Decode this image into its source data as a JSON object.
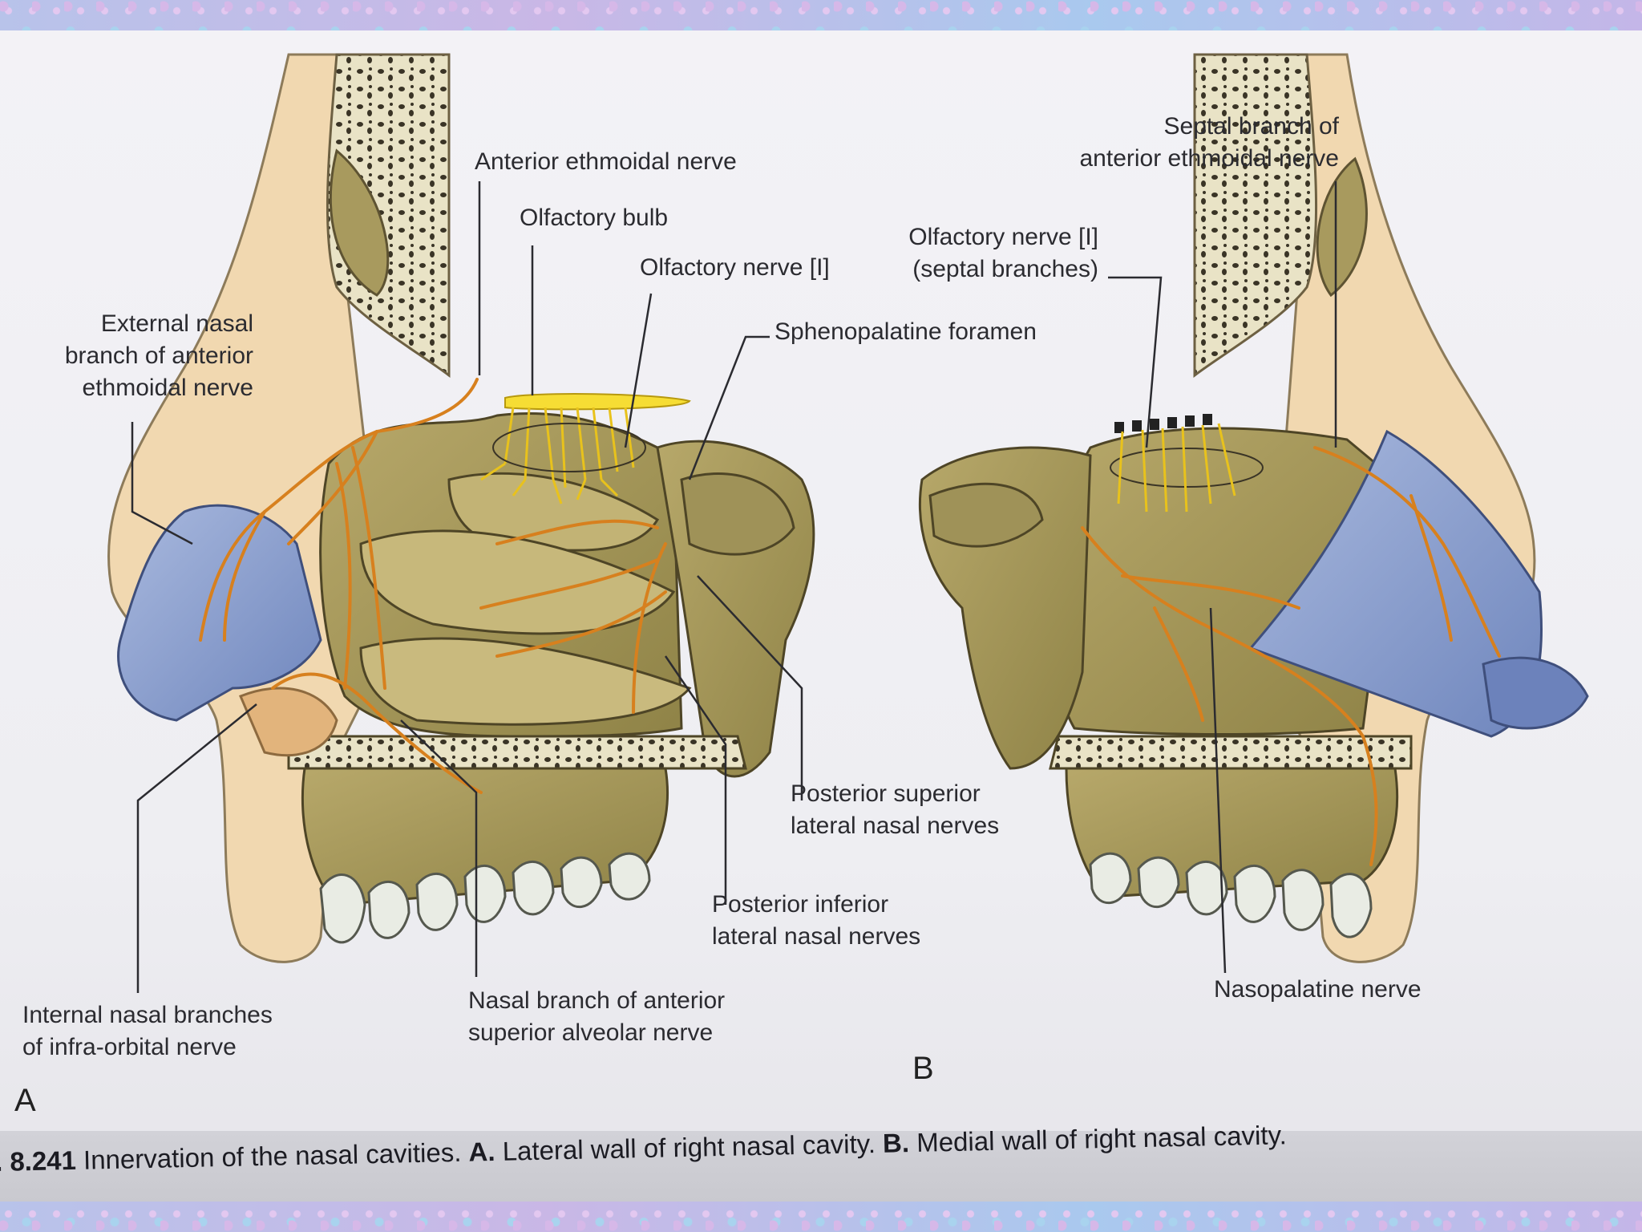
{
  "labels": {
    "anterior_ethmoidal_nerve": "Anterior ethmoidal nerve",
    "olfactory_bulb": "Olfactory bulb",
    "olfactory_nerve": "Olfactory nerve [I]",
    "external_nasal_line1": "External nasal",
    "external_nasal_line2": "branch of anterior",
    "external_nasal_line3": "ethmoidal nerve",
    "sphenopalatine_foramen": "Sphenopalatine foramen",
    "olfactory_septal_line1": "Olfactory nerve [I]",
    "olfactory_septal_line2": "(septal branches)",
    "septal_branch_line1": "Septal branch of",
    "septal_branch_line2": "anterior ethmoidal nerve",
    "post_sup_line1": "Posterior superior",
    "post_sup_line2": "lateral nasal nerves",
    "post_inf_line1": "Posterior inferior",
    "post_inf_line2": "lateral nasal nerves",
    "internal_nasal_line1": "Internal nasal branches",
    "internal_nasal_line2": "of infra-orbital nerve",
    "nasal_branch_line1": "Nasal branch of anterior",
    "nasal_branch_line2": "superior alveolar nerve",
    "nasopalatine_nerve": "Nasopalatine nerve"
  },
  "panels": {
    "a": "A",
    "b": "B"
  },
  "caption": {
    "fig_number": ". 8.241",
    "title": " Innervation of the nasal cavities. ",
    "a_letter": "A.",
    "a_text": " Lateral wall of right nasal cavity. ",
    "b_letter": "B.",
    "b_text": " Medial wall of right nasal cavity."
  }
}
